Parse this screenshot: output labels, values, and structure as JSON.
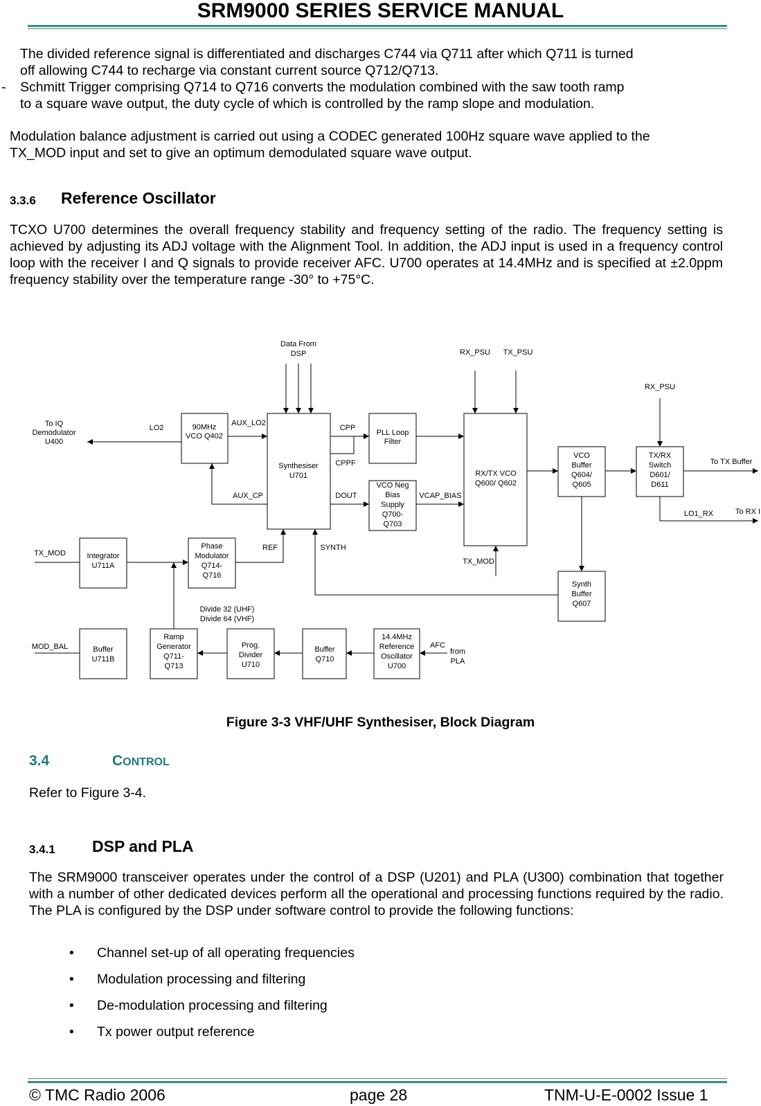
{
  "header": {
    "title": "SRM9000 SERIES SERVICE MANUAL"
  },
  "intro": {
    "line1": "The divided reference signal is differentiated and discharges C744 via Q711 after which Q711 is turned",
    "line2": "off allowing C744 to recharge via constant current source Q712/Q713.",
    "dash": "-",
    "line3": "Schmitt Trigger comprising Q714 to Q716 converts the modulation combined with the saw tooth ramp",
    "line4": "to a square wave output, the duty cycle of which is controlled by the ramp slope and modulation.",
    "balance": "Modulation balance adjustment is carried out using a CODEC generated 100Hz square wave applied to the TX_MOD input and set to give an optimum demodulated square wave output."
  },
  "section_336": {
    "number": "3.3.6",
    "title": "Reference Oscillator",
    "body": "TCXO U700 determines the overall frequency stability and frequency setting of the radio. The frequency setting is achieved by adjusting its ADJ voltage with the Alignment Tool. In addition, the ADJ input is used in a frequency control loop with the receiver I and Q signals to provide receiver AFC. U700 operates at 14.4MHz and is specified at ±2.0ppm frequency stability over the temperature range -30° to +75°C."
  },
  "diagram": {
    "caption": "Figure 3-3 VHF/UHF Synthesiser, Block Diagram",
    "data_from_dsp": [
      "Data From",
      "DSP"
    ],
    "rx_psu": "RX_PSU",
    "tx_psu": "TX_PSU",
    "rx_psu2": "RX_PSU",
    "to_iq": [
      "To IQ",
      "Demodulator",
      "U400"
    ],
    "lo2": "LO2",
    "vco90": [
      "90MHz",
      "VCO Q402"
    ],
    "aux_lo2": "AUX_LO2",
    "synth": [
      "Synthesiser",
      "U701"
    ],
    "cpp": "CPP",
    "cppf": "CPPF",
    "pll": [
      "PLL Loop",
      "Filter"
    ],
    "rxtx_vco": [
      "RX/TX VCO",
      "Q600/ Q602"
    ],
    "vco_buffer": [
      "VCO",
      "Buffer",
      "Q604/",
      "Q605"
    ],
    "txrx_switch": [
      "TX/RX",
      "Switch",
      "D601/",
      "D611"
    ],
    "to_tx_buffer": "To TX Buffer",
    "to_rx": "To RX I",
    "lo1_rx": "LO1_RX",
    "aux_cp": "AUX_CP",
    "dout": "DOUT",
    "vco_neg": [
      "VCO Neg",
      "Bias",
      "Supply",
      "Q700-",
      "Q703"
    ],
    "vcap_bias": "VCAP_BIAS",
    "tx_mod_left": "TX_MOD",
    "integrator": [
      "Integrator",
      "U711A"
    ],
    "phase_mod": [
      "Phase",
      "Modulator",
      "Q714-",
      "Q716"
    ],
    "ref": "REF",
    "synth_label": "SYNTH",
    "tx_mod_vco": "TX_MOD",
    "synth_buffer": [
      "Synth",
      "Buffer",
      "Q607"
    ],
    "divide": [
      "Divide 32 (UHF)",
      "Divide 64 (VHF)"
    ],
    "mod_bal": "MOD_BAL",
    "buffer_u711b": [
      "Buffer",
      "U711B"
    ],
    "ramp": [
      "Ramp",
      "Generator",
      "Q711-",
      "Q713"
    ],
    "prog_divider": [
      "Prog.",
      "Divider",
      "U710"
    ],
    "buffer_q710": [
      "Buffer",
      "Q710"
    ],
    "ref_osc": [
      "14.4MHz",
      "Reference",
      "Oscillator",
      "U700"
    ],
    "afc": "AFC",
    "from_pla": [
      "from",
      "PLA"
    ]
  },
  "section_34": {
    "number": "3.4",
    "title_cap": "C",
    "title_rest": "ONTROL",
    "body": "Refer to Figure 3-4."
  },
  "section_341": {
    "number": "3.4.1",
    "title": "DSP and PLA",
    "body": "The SRM9000 transceiver operates under the control of a DSP (U201) and PLA (U300) combination that together with a number of other dedicated devices perform all the operational and processing functions required by the radio. The PLA is configured by the DSP under software control to provide the following functions:",
    "bullets": [
      "Channel set-up of all operating frequencies",
      "Modulation processing and filtering",
      "De-modulation processing and filtering",
      "Tx power output reference"
    ]
  },
  "footer": {
    "left": "© TMC Radio 2006",
    "center": "page 28",
    "right": "TNM-U-E-0002 Issue 1"
  },
  "colors": {
    "rule": "#3a8c86",
    "heading_teal": "#1a7c78"
  }
}
